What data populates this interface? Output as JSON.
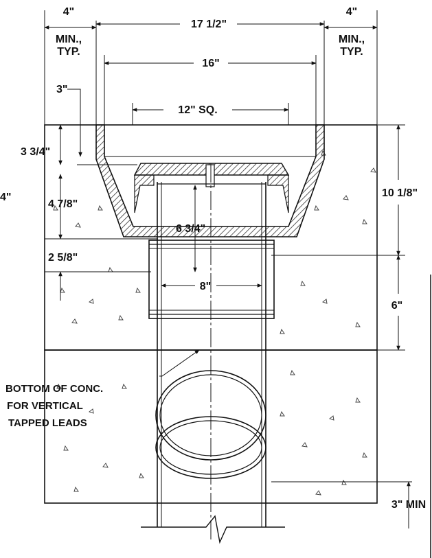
{
  "colors": {
    "line": "#111111",
    "hatch": "#333333",
    "background": "#ffffff"
  },
  "dimensions": {
    "left_clearance": "4\"",
    "left_min_line1": "MIN.,",
    "left_min_line2": "TYP.",
    "right_clearance": "4\"",
    "right_min_line1": "MIN.,",
    "right_min_line2": "TYP.",
    "overall_width": "17 1/2\"",
    "inner_width": "16\"",
    "grate_square": "12\" SQ.",
    "frame_lip": "3\"",
    "frame_depth": "3 3/4\"",
    "left_edge_partial": "4\"",
    "bowl_depth": "4 7/8\"",
    "coupling_offset": "2 5/8\"",
    "pipe_insertion": "6 3/4\"",
    "pipe_diameter": "8\"",
    "total_depth": "10 1/8\"",
    "slab_depth": "6\"",
    "bottom_cover": "3\" MIN"
  },
  "notes": {
    "bottom_line1": "BOTTOM OF CONC.",
    "bottom_line2": "FOR VERTICAL",
    "bottom_line3": "TAPPED LEADS"
  }
}
